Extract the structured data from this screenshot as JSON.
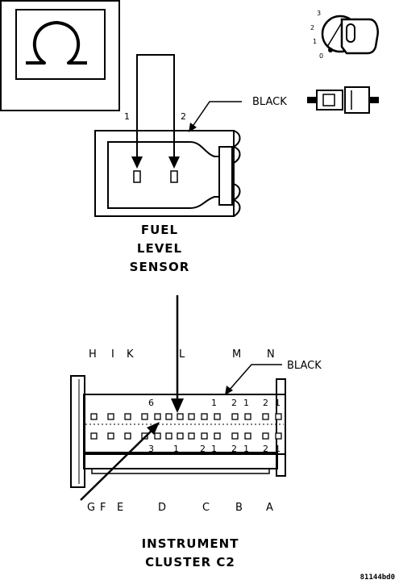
{
  "meter": {
    "symbol": "Ω"
  },
  "ignition": {
    "positions": [
      "3",
      "2",
      "1",
      "0"
    ]
  },
  "sensor": {
    "pin_1": "1",
    "pin_2": "2",
    "connector_color": "BLACK",
    "title_line1": "FUEL",
    "title_line2": "LEVEL",
    "title_line3": "SENSOR"
  },
  "cluster": {
    "connector_color": "BLACK",
    "top_letters": [
      "H",
      "I",
      "K",
      "L",
      "M",
      "N"
    ],
    "bottom_letters": [
      "G",
      "F",
      "E",
      "D",
      "C",
      "B",
      "A"
    ],
    "top_row_pins": [
      "6",
      "1",
      "2",
      "1",
      "2",
      "1"
    ],
    "bottom_row_pins": [
      "3",
      "1",
      "2",
      "1",
      "2",
      "1",
      "2",
      "1"
    ],
    "title_line1": "INSTRUMENT",
    "title_line2": "CLUSTER C2"
  },
  "figure_code": "81144bd0"
}
